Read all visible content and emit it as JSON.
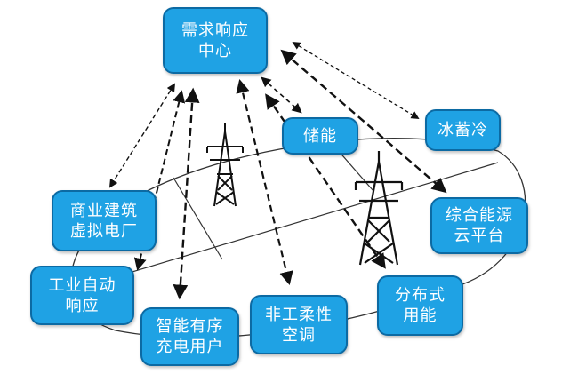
{
  "nodes": {
    "center": {
      "line1": "需求响应",
      "line2": "中心"
    },
    "storage": {
      "line1": "储能"
    },
    "ice": {
      "line1": "冰蓄冷"
    },
    "commercial": {
      "line1": "商业建筑",
      "line2": "虚拟电厂"
    },
    "cloud": {
      "line1": "综合能源",
      "line2": "云平台"
    },
    "industrial": {
      "line1": "工业自动",
      "line2": "响应"
    },
    "ev": {
      "line1": "智能有序",
      "line2": "充电用户"
    },
    "ac": {
      "line1": "非工柔性",
      "line2": "空调"
    },
    "distributed": {
      "line1": "分布式",
      "line2": "用能"
    }
  },
  "icons": [
    "transmission-tower-icon",
    "transmission-tower-icon"
  ],
  "colors": {
    "node_fill": "#1fa2e4",
    "node_border": "#0c6aa3",
    "line": "#333333",
    "arrow": "#111111"
  }
}
